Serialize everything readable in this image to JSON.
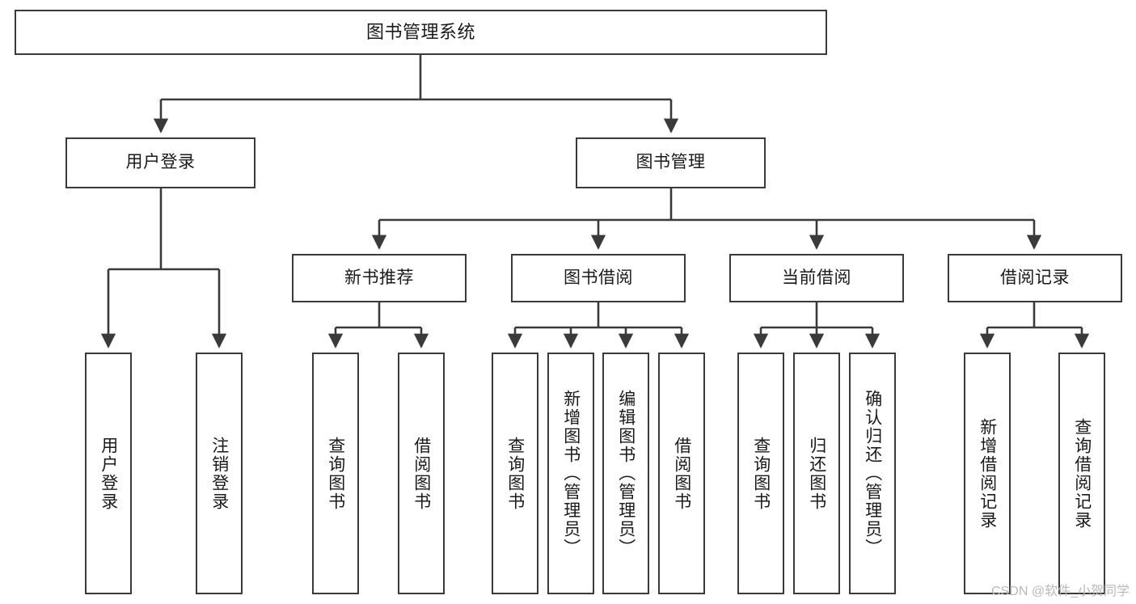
{
  "diagram": {
    "title": "图书管理系统",
    "type": "tree",
    "watermark": "CSDN @软件_小贺同学",
    "colors": {
      "background": "#ffffff",
      "node_border": "#3a3a3a",
      "node_fill": "#ffffff",
      "edge": "#3a3a3a",
      "text": "#1a1a1a",
      "watermark": "#b9b9b9"
    },
    "root": {
      "label": "图书管理系统",
      "orientation": "horizontal"
    },
    "level2": [
      {
        "label": "用户登录",
        "orientation": "horizontal"
      },
      {
        "label": "图书管理",
        "orientation": "horizontal"
      }
    ],
    "level3": [
      {
        "label": "新书推荐",
        "orientation": "horizontal"
      },
      {
        "label": "图书借阅",
        "orientation": "horizontal"
      },
      {
        "label": "当前借阅",
        "orientation": "horizontal"
      },
      {
        "label": "借阅记录",
        "orientation": "horizontal"
      }
    ],
    "leaves": {
      "user_login": [
        {
          "label": "用户登录",
          "orientation": "vertical"
        },
        {
          "label": "注销登录",
          "orientation": "vertical"
        }
      ],
      "new_book_recommend": [
        {
          "label": "查询图书",
          "orientation": "vertical"
        },
        {
          "label": "借阅图书",
          "orientation": "vertical"
        }
      ],
      "book_borrow": [
        {
          "label": "查询图书",
          "orientation": "vertical"
        },
        {
          "label": "新增图书（管理员）",
          "orientation": "vertical"
        },
        {
          "label": "编辑图书（管理员）",
          "orientation": "vertical"
        },
        {
          "label": "借阅图书",
          "orientation": "vertical"
        }
      ],
      "current_borrow": [
        {
          "label": "查询图书",
          "orientation": "vertical"
        },
        {
          "label": "归还图书",
          "orientation": "vertical"
        },
        {
          "label": "确认归还（管理员）",
          "orientation": "vertical"
        }
      ],
      "borrow_record": [
        {
          "label": "新增借阅记录",
          "orientation": "vertical"
        },
        {
          "label": "查询借阅记录",
          "orientation": "vertical"
        }
      ]
    }
  }
}
